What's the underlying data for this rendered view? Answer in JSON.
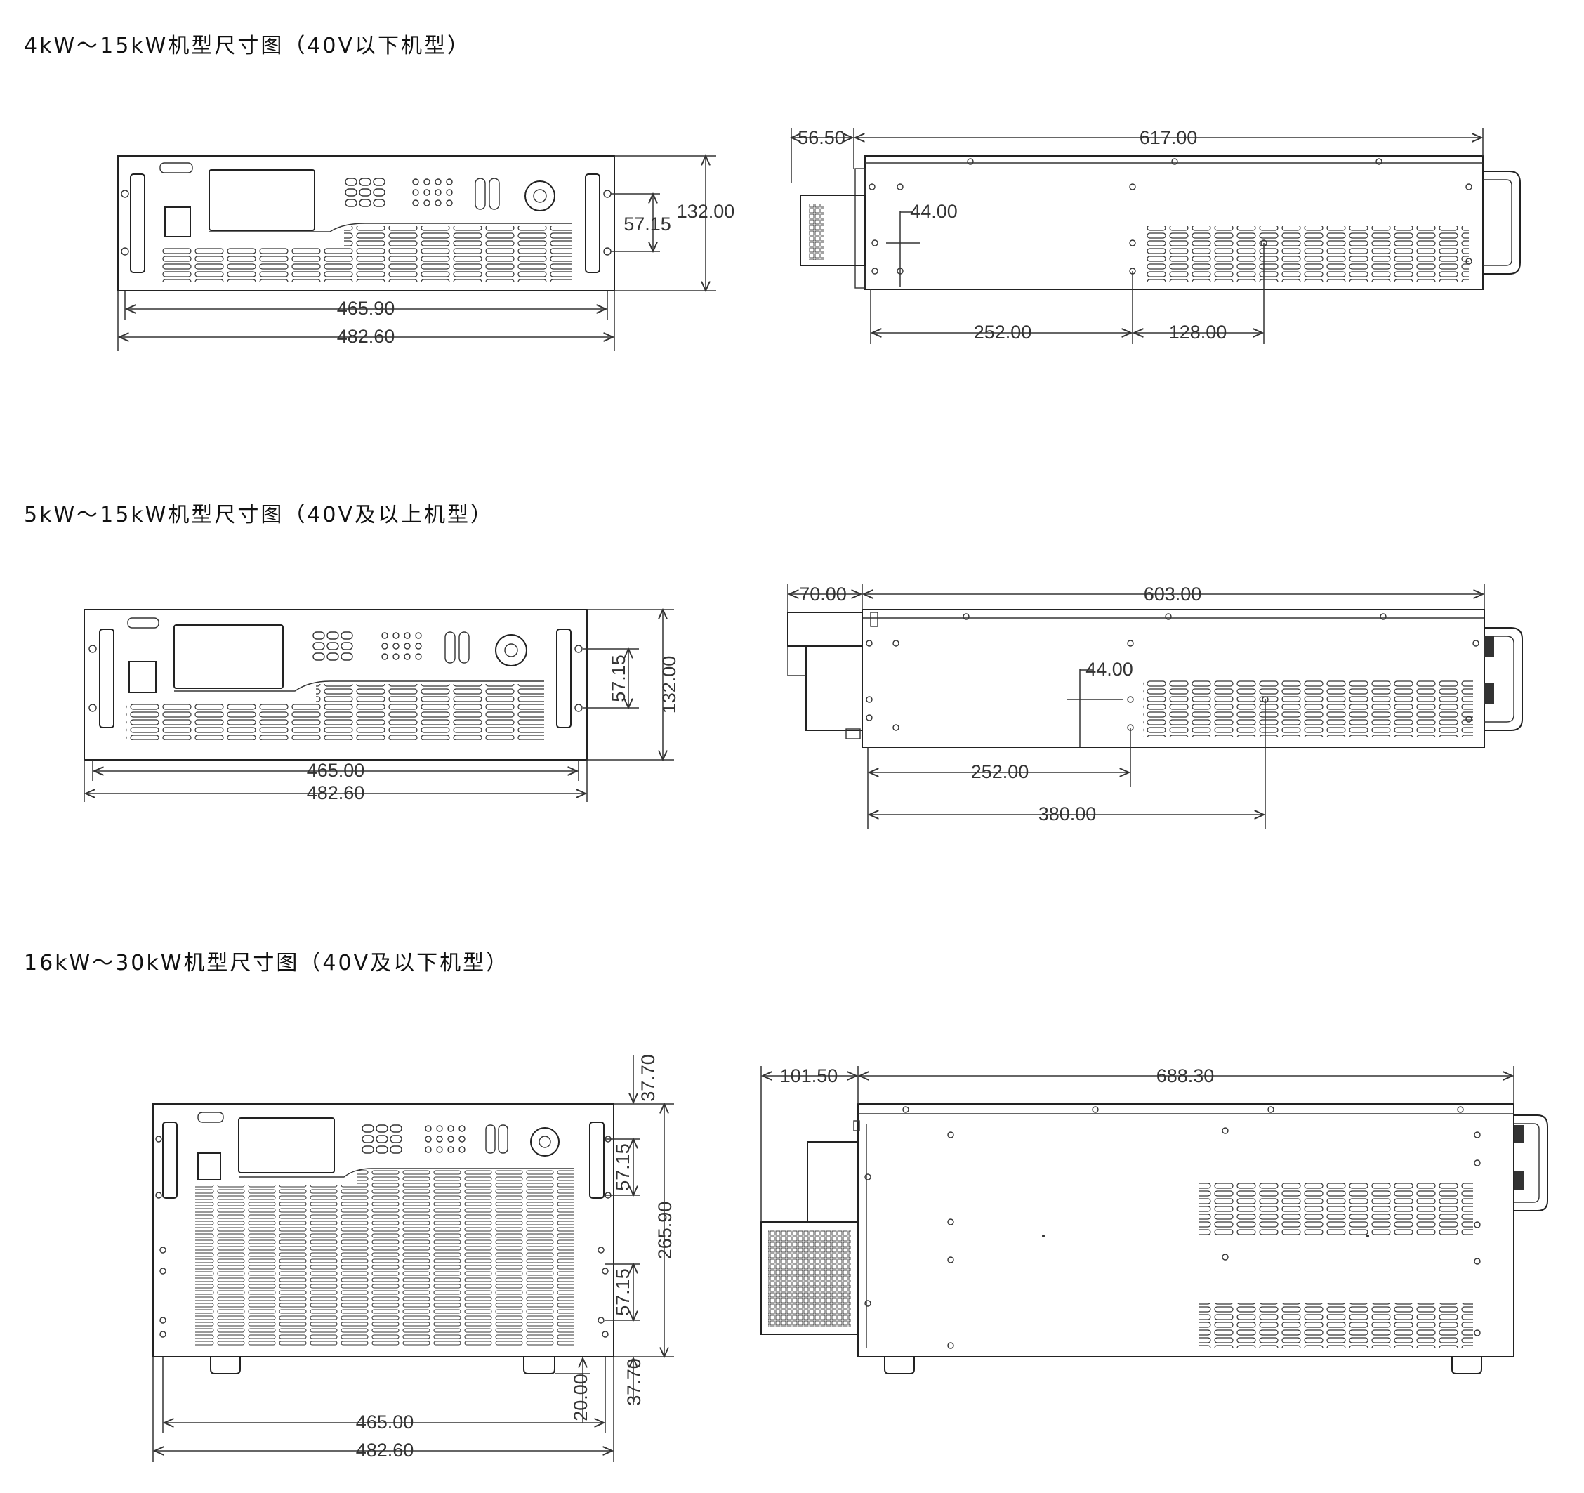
{
  "sections": [
    {
      "title": "4kW～15kW机型尺寸图（40V以下机型）",
      "front": {
        "height": "132.00",
        "handle_spacing": "57.15",
        "inner_width": "465.90",
        "outer_width": "482.60"
      },
      "side": {
        "front_depth": "56.50",
        "body_depth": "617.00",
        "hole_offset": "44.00",
        "hole_pos_1": "252.00",
        "hole_pos_2": "128.00"
      }
    },
    {
      "title": "5kW～15kW机型尺寸图（40V及以上机型）",
      "front": {
        "height": "132.00",
        "handle_spacing": "57.15",
        "inner_width": "465.00",
        "outer_width": "482.60"
      },
      "side": {
        "front_depth": "70.00",
        "body_depth": "603.00",
        "hole_offset": "44.00",
        "hole_pos_1": "252.00",
        "hole_pos_2": "380.00"
      }
    },
    {
      "title": "16kW～30kW机型尺寸图（40V及以下机型）",
      "front": {
        "top_margin": "37.70",
        "handle_spacing_top": "57.15",
        "height": "265.90",
        "handle_spacing_bottom": "57.15",
        "bottom_margin": "37.70",
        "foot_height": "20.00",
        "inner_width": "465.00",
        "outer_width": "482.60"
      },
      "side": {
        "front_depth": "101.50",
        "body_depth": "688.30"
      }
    }
  ]
}
